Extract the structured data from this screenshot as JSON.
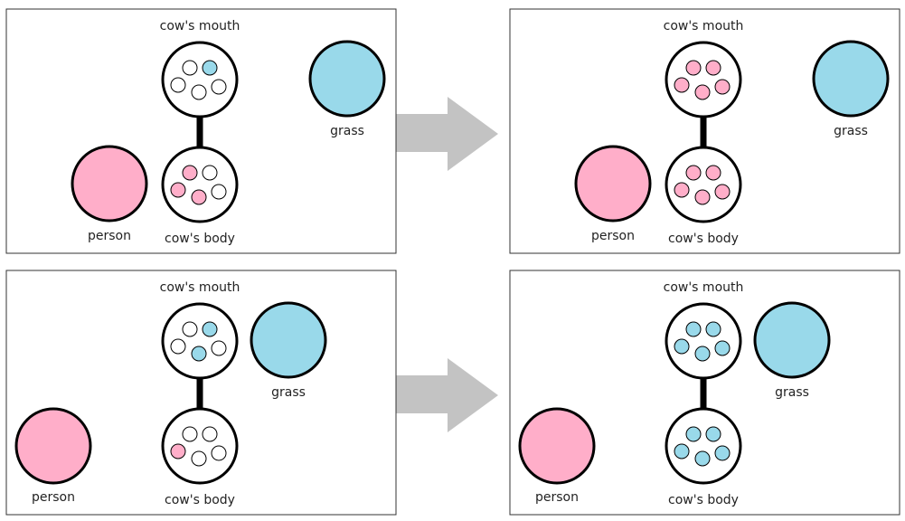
{
  "colors": {
    "person": "#ffaec9",
    "grass": "#99d9ea",
    "empty": "#ffffff",
    "arrow": "#c3c3c3",
    "outline": "#000000",
    "panel_border": "#333333"
  },
  "labels": {
    "mouth": "cow's mouth",
    "body": "cow's body",
    "grass": "grass",
    "person": "person"
  },
  "panels": [
    {
      "id": "top-before",
      "mouth_dots": [
        "empty",
        "grass",
        "empty",
        "empty",
        "empty"
      ],
      "body_dots": [
        "person",
        "empty",
        "person",
        "person",
        "empty"
      ]
    },
    {
      "id": "top-after",
      "mouth_dots": [
        "person",
        "person",
        "person",
        "person",
        "person"
      ],
      "body_dots": [
        "person",
        "person",
        "person",
        "person",
        "person"
      ]
    },
    {
      "id": "bottom-before",
      "mouth_dots": [
        "empty",
        "grass",
        "empty",
        "grass",
        "empty"
      ],
      "body_dots": [
        "empty",
        "empty",
        "person",
        "empty",
        "empty"
      ]
    },
    {
      "id": "bottom-after",
      "mouth_dots": [
        "grass",
        "grass",
        "grass",
        "grass",
        "grass"
      ],
      "body_dots": [
        "grass",
        "grass",
        "grass",
        "grass",
        "grass"
      ]
    }
  ]
}
